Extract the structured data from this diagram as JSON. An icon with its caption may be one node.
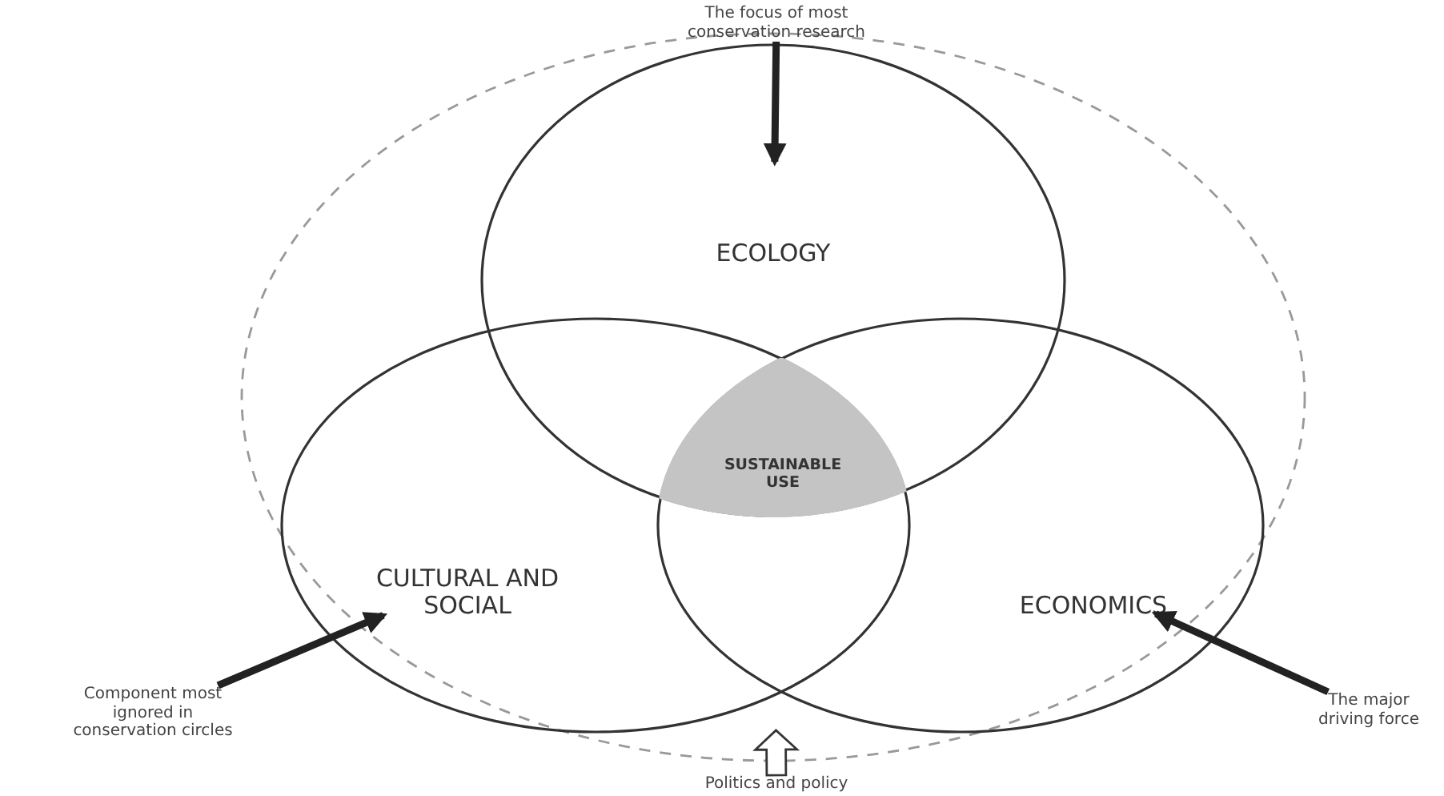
{
  "diagram": {
    "nodes": [
      {
        "text": [],
        "shape": "ellipse"
      },
      {
        "text": [
          "ECOLOGY"
        ],
        "in": 0
      },
      {
        "text": [
          "CULTURAL AND SOCIAL"
        ],
        "in": 0
      },
      {
        "text": [
          "ECONOMICS"
        ],
        "in": 0
      },
      {
        "text": [
          "SUSTAINABLE USE"
        ]
      },
      {
        "text": [
          "The focus of most conservation research"
        ]
      },
      {
        "text": [
          "Component most ignored in conservation circles"
        ]
      },
      {
        "text": [
          "The major driving force"
        ]
      },
      {
        "text": [
          "Politics and policy"
        ]
      }
    ],
    "edges": [
      {
        "from": 5,
        "to": 1,
        "arrow": "to"
      },
      {
        "from": 6,
        "to": 2,
        "arrow": "to"
      },
      {
        "from": 7,
        "to": 3,
        "arrow": "to"
      },
      {
        "from": 8,
        "to": 0,
        "arrow": "to",
        "style": "thick"
      }
    ]
  }
}
